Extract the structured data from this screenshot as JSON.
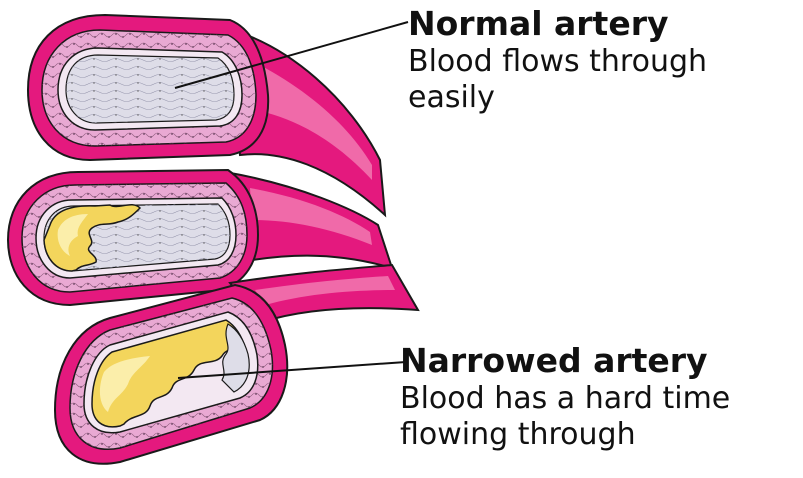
{
  "labels": {
    "normal": {
      "title": "Normal artery",
      "description": "Blood flows through easily"
    },
    "narrowed": {
      "title": "Narrowed artery",
      "description": " Blood has a hard time flowing through"
    }
  },
  "colors": {
    "outer_wall": "#e4197e",
    "outer_wall_highlight": "#f06aa9",
    "middle_layer": "#e9a9d3",
    "inner_lining": "#f3e8f2",
    "lumen": "#dedde8",
    "plaque": "#f3d55c",
    "plaque_light": "#fbeeaa",
    "outline": "#1a1a1a",
    "pointer_line": "#111111"
  }
}
